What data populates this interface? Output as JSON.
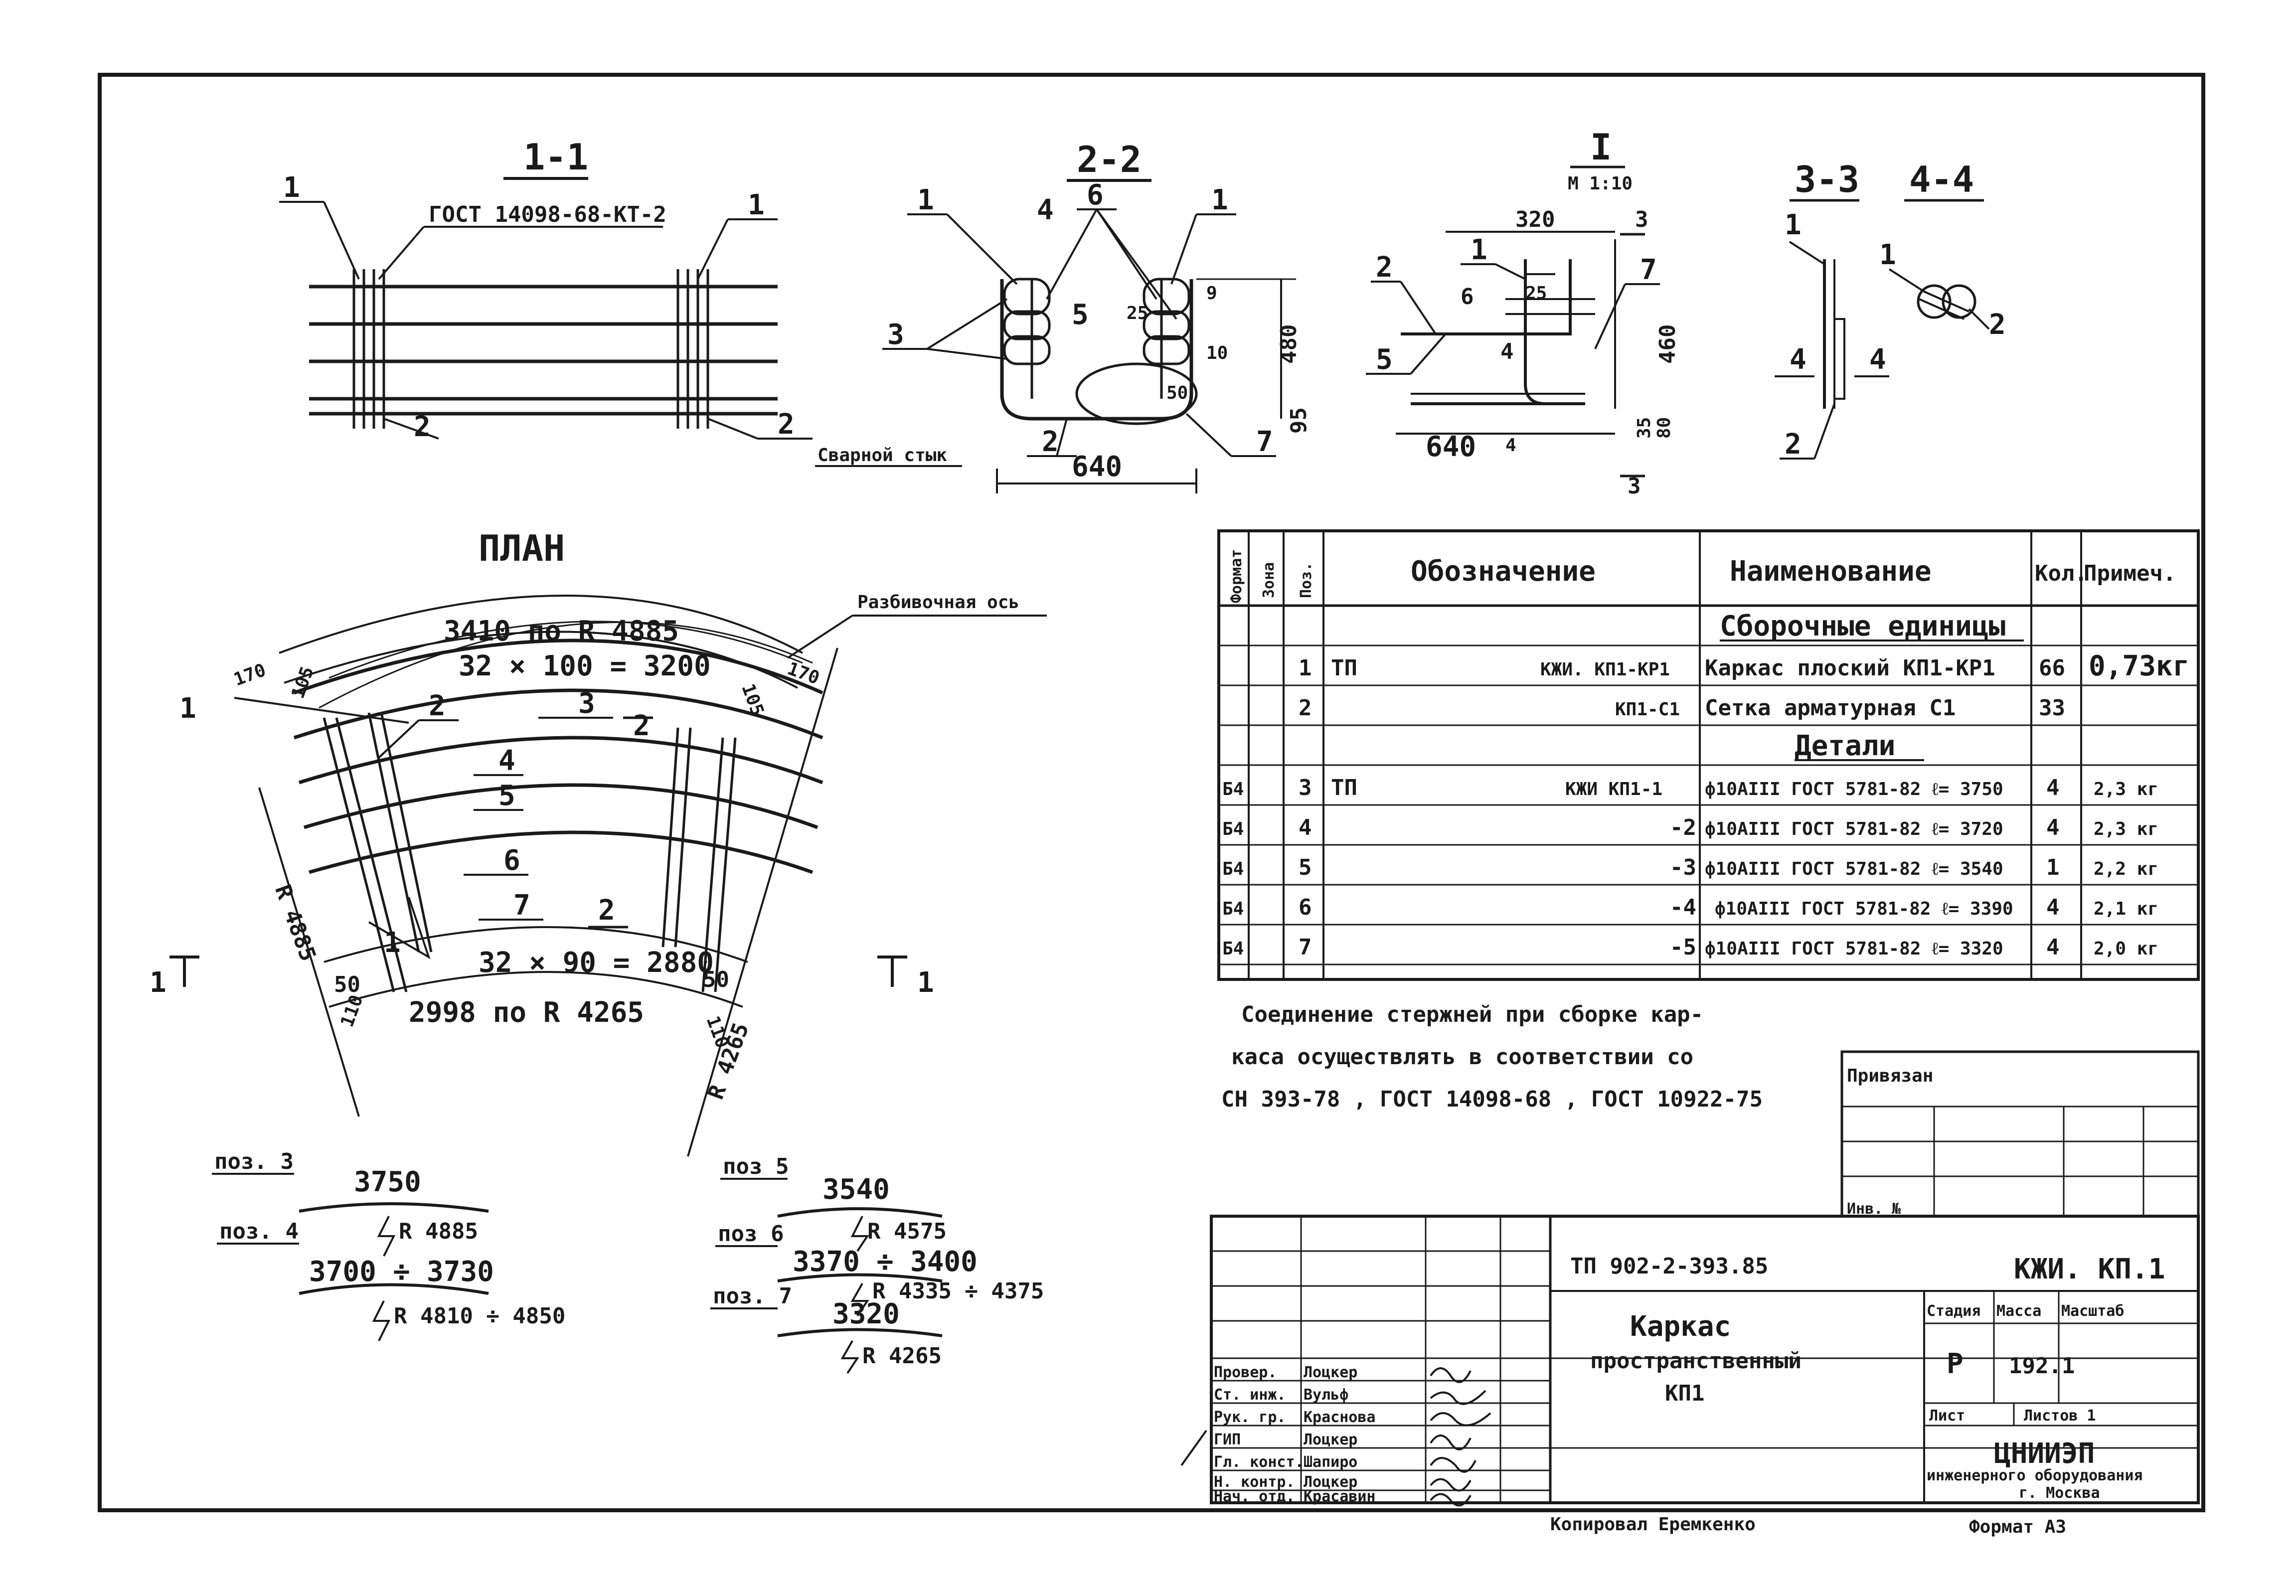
{
  "sections": {
    "s11": {
      "title": "1-1",
      "gost": "ГОСТ 14098-68-КТ-2",
      "l1a": "1",
      "l1b": "1",
      "l2": "2",
      "l2b": "2",
      "weld": "Сварной стык"
    },
    "s22": {
      "title": "2-2",
      "l1a": "1",
      "l1b": "1",
      "l3": "3",
      "l4": "4",
      "l5": "5",
      "l6": "6",
      "l2": "2",
      "l7": "7",
      "d25": "25",
      "d480": "480",
      "d95": "95",
      "d640": "640",
      "d50": "50",
      "d10": "10",
      "d9": "9"
    },
    "sI": {
      "title": "I",
      "scale": "М 1:10",
      "d320": "320",
      "d25": "25",
      "d460": "460",
      "d640": "640",
      "d35": "35",
      "d80": "80",
      "l1": "1",
      "l2": "2",
      "l5": "5",
      "l6": "6",
      "l4": "4",
      "l7": "7",
      "l3": "3",
      "l3b": "3",
      "l4b": "4"
    },
    "s33": {
      "title": "3-3",
      "l1": "1",
      "l2": "2",
      "l4a": "4",
      "l4b": "4"
    },
    "s44": {
      "title": "4-4",
      "l1": "1",
      "l2": "2"
    }
  },
  "plan": {
    "title": "ПЛАН",
    "axis_label": "Разбивочная ось",
    "outer_arc": "3410 по R 4885",
    "outer_div": "32 × 100 = 3200",
    "inner_div": "32 × 90 = 2880",
    "inner_arc": "2998 по R 4265",
    "r_outer": "R 4885",
    "r_inner": "R 4265",
    "d170a": "170",
    "d105a": "105",
    "d105b": "105",
    "d170b": "170",
    "d50a": "50",
    "d110a": "110",
    "d50b": "50",
    "d110b": "110",
    "sec_left": "1",
    "sec_right": "1",
    "sec_mid": "2",
    "sec_mid2": "2",
    "labels": {
      "p1": "1",
      "p2": "2",
      "p3": "3",
      "p4": "4",
      "p5": "5",
      "p6": "6",
      "p7": "7",
      "p1b": "1"
    }
  },
  "bends": {
    "left": {
      "pos3": "поз. 3",
      "len3": "3750",
      "pos4": "поз. 4",
      "r4885": "R 4885",
      "len4": "3700 ÷ 3730",
      "r4810": "R 4810 ÷ 4850"
    },
    "right": {
      "pos5": "поз 5",
      "len5": "3540",
      "pos6": "поз 6",
      "r4575": "R 4575",
      "len6": "3370 ÷ 3400",
      "r4335": "R 4335 ÷ 4375",
      "pos7": "поз. 7",
      "len7": "3320",
      "r4265": "R 4265"
    }
  },
  "spec": {
    "headers": {
      "format": "Формат",
      "zone": "Зона",
      "pos": "Поз.",
      "designation": "Обозначение",
      "name": "Наименование",
      "qty": "Кол.",
      "note": "Примеч."
    },
    "group1": "Сборочные единицы",
    "group2": "Детали",
    "rows": [
      {
        "format": "",
        "zone": "",
        "pos": "1",
        "d1": "ТП",
        "d2": "КЖИ. КП1-КР1",
        "name": "Каркас плоский КП1-КР1",
        "qty": "66",
        "note": "0,73кг"
      },
      {
        "format": "",
        "zone": "",
        "pos": "2",
        "d1": "",
        "d2": "КП1-С1",
        "name": "Сетка арматурная С1",
        "qty": "33",
        "note": ""
      },
      {
        "format": "Б4",
        "zone": "",
        "pos": "3",
        "d1": "ТП",
        "d2": "КЖИ КП1-1",
        "name": "ф10АIII ГОСТ 5781-82 ℓ= 3750",
        "qty": "4",
        "note": "2,3 кг"
      },
      {
        "format": "Б4",
        "zone": "",
        "pos": "4",
        "d1": "",
        "d2": "-2",
        "name": "ф10АIII ГОСТ 5781-82 ℓ= 3720",
        "qty": "4",
        "note": "2,3 кг"
      },
      {
        "format": "Б4",
        "zone": "",
        "pos": "5",
        "d1": "",
        "d2": "-3",
        "name": "ф10АIII ГОСТ 5781-82 ℓ= 3540",
        "qty": "1",
        "note": "2,2 кг"
      },
      {
        "format": "Б4",
        "zone": "",
        "pos": "6",
        "d1": "",
        "d2": "-4",
        "name": "ф10АIII ГОСТ 5781-82 ℓ= 3390",
        "qty": "4",
        "note": "2,1 кг"
      },
      {
        "format": "Б4",
        "zone": "",
        "pos": "7",
        "d1": "",
        "d2": "-5",
        "name": "ф10АIII ГОСТ 5781-82 ℓ= 3320",
        "qty": "4",
        "note": "2,0 кг"
      }
    ]
  },
  "note": {
    "line1": "Соединение стержней при сборке кар-",
    "line2": "каса осуществлять в соответствии со",
    "line3": "СН 393-78 , ГОСТ 14098-68 , ГОСТ 10922-75"
  },
  "attached": {
    "label": "Привязан",
    "inv": "Инв. №"
  },
  "stamp": {
    "code": "ТП 902-2-393.85",
    "sheet_code": "КЖИ. КП.1",
    "title1": "Каркас",
    "title2": "пространственный",
    "title3": "КП1",
    "stage_h": "Стадия",
    "mass_h": "Масса",
    "scale_h": "Масштаб",
    "stage": "Р",
    "mass": "192.1",
    "sheet_h": "Лист",
    "sheets_h": "Листов 1",
    "org1": "ЦНИИЭП",
    "org2": "инженерного оборудования",
    "org3": "г. Москва",
    "roles": [
      {
        "role": "Провер.",
        "name": "Лоцкер"
      },
      {
        "role": "Ст. инж.",
        "name": "Вульф"
      },
      {
        "role": "Рук. гр.",
        "name": "Краснова"
      },
      {
        "role": "ГИП",
        "name": "Лоцкер"
      },
      {
        "role": "Гл. конст.",
        "name": "Шапиро"
      },
      {
        "role": "Н. контр.",
        "name": "Лоцкер"
      },
      {
        "role": "Нач. отд.",
        "name": "Красавин"
      }
    ]
  },
  "footer": {
    "copied": "Копировал Еремкенко",
    "format": "Формат А3"
  }
}
